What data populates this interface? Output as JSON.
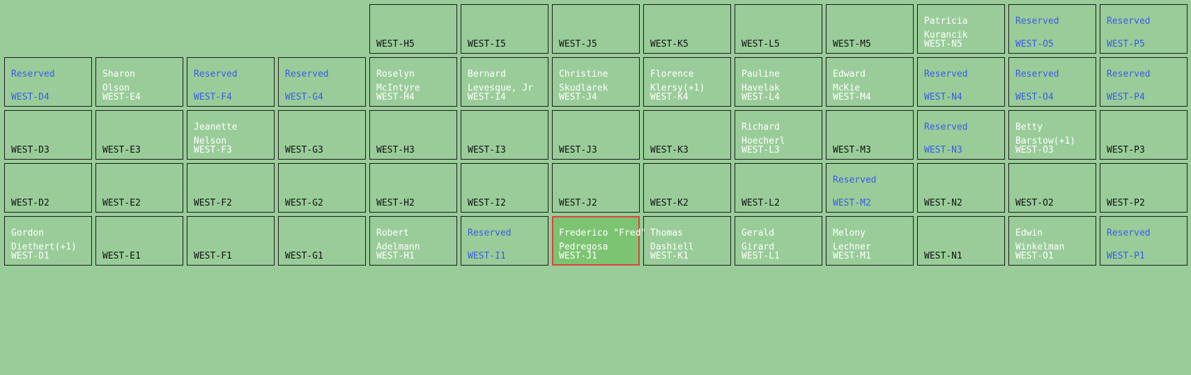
{
  "colors": {
    "background": "#99cc99",
    "border": "#1a1a1a",
    "label_default": "#111111",
    "occupant_text": "#ffffff",
    "reserved_text": "#3a5ce6",
    "selected_border": "#e04040",
    "selected_fill": "#7cc471"
  },
  "reserved_label": "Reserved",
  "selected_cell": "WEST-J1",
  "rows": [
    {
      "row": 5,
      "cells": [
        {
          "id": "WEST-H5",
          "status": "empty",
          "occupant": []
        },
        {
          "id": "WEST-I5",
          "status": "empty",
          "occupant": []
        },
        {
          "id": "WEST-J5",
          "status": "empty",
          "occupant": []
        },
        {
          "id": "WEST-K5",
          "status": "empty",
          "occupant": []
        },
        {
          "id": "WEST-L5",
          "status": "empty",
          "occupant": []
        },
        {
          "id": "WEST-M5",
          "status": "empty",
          "occupant": []
        },
        {
          "id": "WEST-N5",
          "status": "occupied",
          "occupant": [
            "Patricia",
            "Kurancik"
          ]
        },
        {
          "id": "WEST-O5",
          "status": "reserved",
          "occupant": []
        },
        {
          "id": "WEST-P5",
          "status": "reserved",
          "occupant": []
        }
      ]
    },
    {
      "row": 4,
      "cells": [
        {
          "id": "WEST-D4",
          "status": "reserved",
          "occupant": []
        },
        {
          "id": "WEST-E4",
          "status": "occupied",
          "occupant": [
            "Sharon",
            "Olson"
          ]
        },
        {
          "id": "WEST-F4",
          "status": "reserved",
          "occupant": []
        },
        {
          "id": "WEST-G4",
          "status": "reserved",
          "occupant": []
        },
        {
          "id": "WEST-H4",
          "status": "occupied",
          "occupant": [
            "Roselyn",
            "McIntyre"
          ]
        },
        {
          "id": "WEST-I4",
          "status": "occupied",
          "occupant": [
            "Bernard",
            "Levesque, Jr"
          ]
        },
        {
          "id": "WEST-J4",
          "status": "occupied",
          "occupant": [
            "Christine",
            "Skudlarek"
          ]
        },
        {
          "id": "WEST-K4",
          "status": "occupied",
          "occupant": [
            "Florence",
            "Klersy(+1)"
          ]
        },
        {
          "id": "WEST-L4",
          "status": "occupied",
          "occupant": [
            "Pauline",
            "Havelak"
          ]
        },
        {
          "id": "WEST-M4",
          "status": "occupied",
          "occupant": [
            "Edward",
            "McKie"
          ]
        },
        {
          "id": "WEST-N4",
          "status": "reserved",
          "occupant": []
        },
        {
          "id": "WEST-O4",
          "status": "reserved",
          "occupant": []
        },
        {
          "id": "WEST-P4",
          "status": "reserved",
          "occupant": []
        }
      ]
    },
    {
      "row": 3,
      "cells": [
        {
          "id": "WEST-D3",
          "status": "empty",
          "occupant": []
        },
        {
          "id": "WEST-E3",
          "status": "empty",
          "occupant": []
        },
        {
          "id": "WEST-F3",
          "status": "occupied",
          "occupant": [
            "Jeanette",
            "Nelson"
          ]
        },
        {
          "id": "WEST-G3",
          "status": "empty",
          "occupant": []
        },
        {
          "id": "WEST-H3",
          "status": "empty",
          "occupant": []
        },
        {
          "id": "WEST-I3",
          "status": "empty",
          "occupant": []
        },
        {
          "id": "WEST-J3",
          "status": "empty",
          "occupant": []
        },
        {
          "id": "WEST-K3",
          "status": "empty",
          "occupant": []
        },
        {
          "id": "WEST-L3",
          "status": "occupied",
          "occupant": [
            "Richard",
            "Hoecherl"
          ]
        },
        {
          "id": "WEST-M3",
          "status": "empty",
          "occupant": []
        },
        {
          "id": "WEST-N3",
          "status": "reserved",
          "occupant": []
        },
        {
          "id": "WEST-O3",
          "status": "occupied",
          "occupant": [
            "Betty",
            "Barstow(+1)"
          ]
        },
        {
          "id": "WEST-P3",
          "status": "empty",
          "occupant": []
        }
      ]
    },
    {
      "row": 2,
      "cells": [
        {
          "id": "WEST-D2",
          "status": "empty",
          "occupant": []
        },
        {
          "id": "WEST-E2",
          "status": "empty",
          "occupant": []
        },
        {
          "id": "WEST-F2",
          "status": "empty",
          "occupant": []
        },
        {
          "id": "WEST-G2",
          "status": "empty",
          "occupant": []
        },
        {
          "id": "WEST-H2",
          "status": "empty",
          "occupant": []
        },
        {
          "id": "WEST-I2",
          "status": "empty",
          "occupant": []
        },
        {
          "id": "WEST-J2",
          "status": "empty",
          "occupant": []
        },
        {
          "id": "WEST-K2",
          "status": "empty",
          "occupant": []
        },
        {
          "id": "WEST-L2",
          "status": "empty",
          "occupant": []
        },
        {
          "id": "WEST-M2",
          "status": "reserved",
          "occupant": []
        },
        {
          "id": "WEST-N2",
          "status": "empty",
          "occupant": []
        },
        {
          "id": "WEST-O2",
          "status": "empty",
          "occupant": []
        },
        {
          "id": "WEST-P2",
          "status": "empty",
          "occupant": []
        }
      ]
    },
    {
      "row": 1,
      "cells": [
        {
          "id": "WEST-D1",
          "status": "occupied",
          "occupant": [
            "Gordon",
            "Diethert(+1)"
          ]
        },
        {
          "id": "WEST-E1",
          "status": "empty",
          "occupant": []
        },
        {
          "id": "WEST-F1",
          "status": "empty",
          "occupant": []
        },
        {
          "id": "WEST-G1",
          "status": "empty",
          "occupant": []
        },
        {
          "id": "WEST-H1",
          "status": "occupied",
          "occupant": [
            "Robert",
            "Adelmann"
          ]
        },
        {
          "id": "WEST-I1",
          "status": "reserved",
          "occupant": []
        },
        {
          "id": "WEST-J1",
          "status": "occupied",
          "occupant": [
            "Frederico \"Fred\"",
            "Pedregosa"
          ]
        },
        {
          "id": "WEST-K1",
          "status": "occupied",
          "occupant": [
            "Thomas",
            "Dashiell"
          ]
        },
        {
          "id": "WEST-L1",
          "status": "occupied",
          "occupant": [
            "Gerald",
            "Girard"
          ]
        },
        {
          "id": "WEST-M1",
          "status": "occupied",
          "occupant": [
            "Melony",
            "Lechner"
          ]
        },
        {
          "id": "WEST-N1",
          "status": "empty",
          "occupant": []
        },
        {
          "id": "WEST-O1",
          "status": "occupied",
          "occupant": [
            "Edwin",
            "Winkelman"
          ]
        },
        {
          "id": "WEST-P1",
          "status": "reserved",
          "occupant": []
        }
      ]
    }
  ]
}
